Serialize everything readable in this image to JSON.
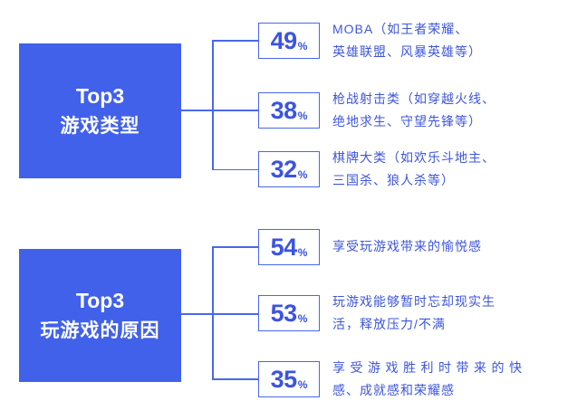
{
  "colors": {
    "background": "#FFFFFF",
    "title_box_fill": "#4161EA",
    "title_text": "#FFFFFF",
    "connector_line": "#4A67EC",
    "percent_box_border": "#4A67EC",
    "percent_number": "#3C54DF",
    "description_text": "#3E56DB"
  },
  "percent_suffix": "%",
  "sections": [
    {
      "title": [
        "Top3",
        "游戏类型"
      ],
      "items": [
        {
          "percent": "49",
          "lines": [
            "MOBA（如王者荣耀、",
            "英雄联盟、风暴英雄等）"
          ]
        },
        {
          "percent": "38",
          "lines": [
            "枪战射击类（如穿越火线、",
            "绝地求生、守望先锋等）"
          ]
        },
        {
          "percent": "32",
          "lines": [
            "棋牌大类（如欢乐斗地主、",
            "三国杀、狼人杀等）"
          ]
        }
      ]
    },
    {
      "title": [
        "Top3",
        "玩游戏的原因"
      ],
      "items": [
        {
          "percent": "54",
          "lines": [
            "享受玩游戏带来的愉悦感"
          ]
        },
        {
          "percent": "53",
          "lines": [
            "玩游戏能够暂时忘却现实生",
            "活，释放压力/不满"
          ]
        },
        {
          "percent": "35",
          "lines": [
            "享受游戏胜利时带来的快",
            "感、成就感和荣耀感"
          ]
        }
      ]
    }
  ],
  "chart_data": [
    {
      "type": "table",
      "title": "Top3 游戏类型",
      "categories": [
        "MOBA（如王者荣耀、英雄联盟、风暴英雄等）",
        "枪战射击类（如穿越火线、绝地求生、守望先锋等）",
        "棋牌大类（如欢乐斗地主、三国杀、狼人杀等）"
      ],
      "values": [
        49,
        38,
        32
      ],
      "unit": "%"
    },
    {
      "type": "table",
      "title": "Top3 玩游戏的原因",
      "categories": [
        "享受玩游戏带来的愉悦感",
        "玩游戏能够暂时忘却现实生活，释放压力/不满",
        "享受游戏胜利时带来的快感、成就感和荣耀感"
      ],
      "values": [
        54,
        53,
        35
      ],
      "unit": "%"
    }
  ]
}
